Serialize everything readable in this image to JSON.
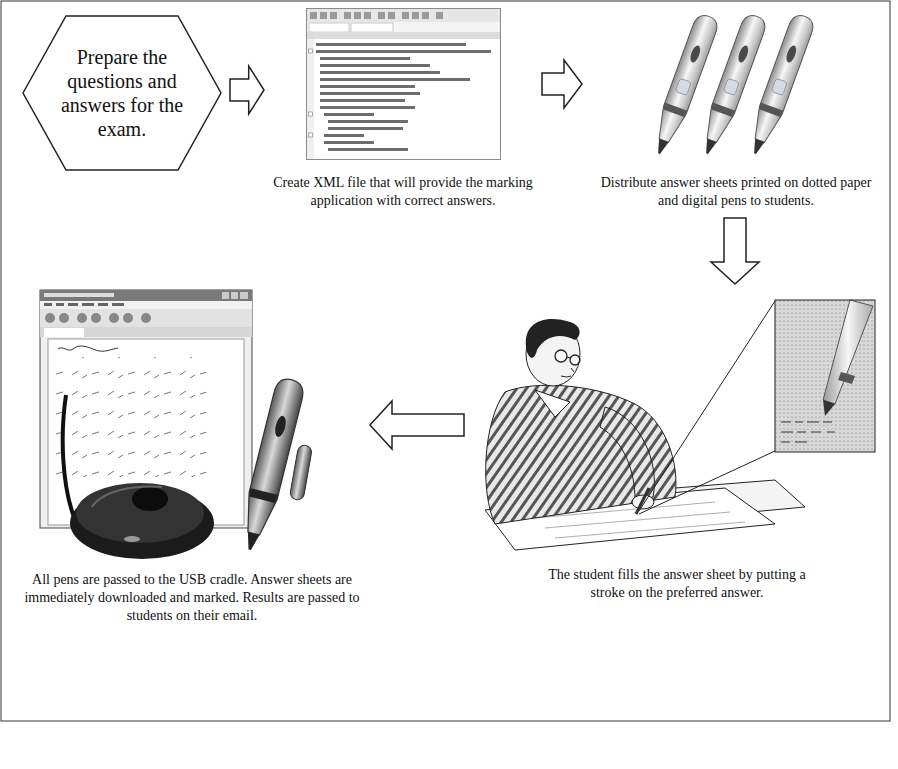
{
  "diagram": {
    "nodes": [
      {
        "text": [
          "Prepare the questions and answers for the exam."
        ]
      },
      {
        "text": [
          "Create XML file that will provide the marking application with correct answers."
        ]
      },
      {
        "text": [
          "Distribute answer sheets printed on dotted paper and digital pens to students."
        ]
      },
      {
        "text": [
          "The student fills the answer sheet by putting a stroke on the preferred answer."
        ]
      },
      {
        "text": [
          "All pens are passed to the USB cradle. Answer sheets are immediately downloaded and marked. Results are passed to students on their email."
        ]
      }
    ],
    "edges": [
      {
        "from": 0,
        "to": 1,
        "arrow": "to"
      },
      {
        "from": 1,
        "to": 2,
        "arrow": "to"
      },
      {
        "from": 2,
        "to": 3,
        "arrow": "to"
      },
      {
        "from": 3,
        "to": 4,
        "arrow": "to"
      }
    ]
  }
}
